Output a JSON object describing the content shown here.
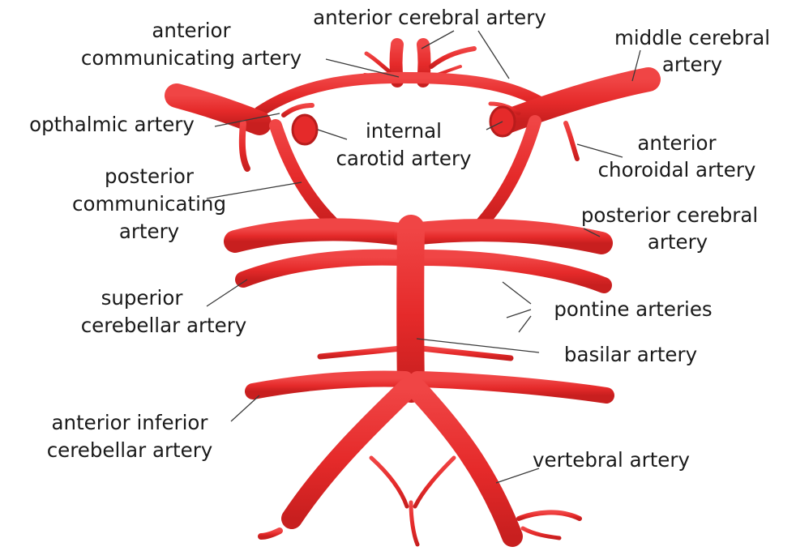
{
  "colors": {
    "artery": "#e52a2a",
    "artery_dark": "#b81c1c",
    "leader": "#3a3a3a",
    "text": "#1a1a1a",
    "background": "#ffffff"
  },
  "labels": {
    "anterior_cerebral": "anterior cerebral artery",
    "anterior_communicating_1": "anterior",
    "anterior_communicating_2": "communicating artery",
    "middle_cerebral_1": "middle cerebral",
    "middle_cerebral_2": "artery",
    "ophthalmic": "opthalmic artery",
    "internal_carotid_1": "internal",
    "internal_carotid_2": "carotid artery",
    "anterior_choroidal_1": "anterior",
    "anterior_choroidal_2": "choroidal artery",
    "posterior_communicating_1": "posterior",
    "posterior_communicating_2": "communicating",
    "posterior_communicating_3": "artery",
    "posterior_cerebral_1": "posterior cerebral",
    "posterior_cerebral_2": "artery",
    "superior_cerebellar_1": "superior",
    "superior_cerebellar_2": "cerebellar artery",
    "pontine": "pontine arteries",
    "basilar": "basilar artery",
    "aica_1": "anterior inferior",
    "aica_2": "cerebellar artery",
    "vertebral": "vertebral artery"
  }
}
